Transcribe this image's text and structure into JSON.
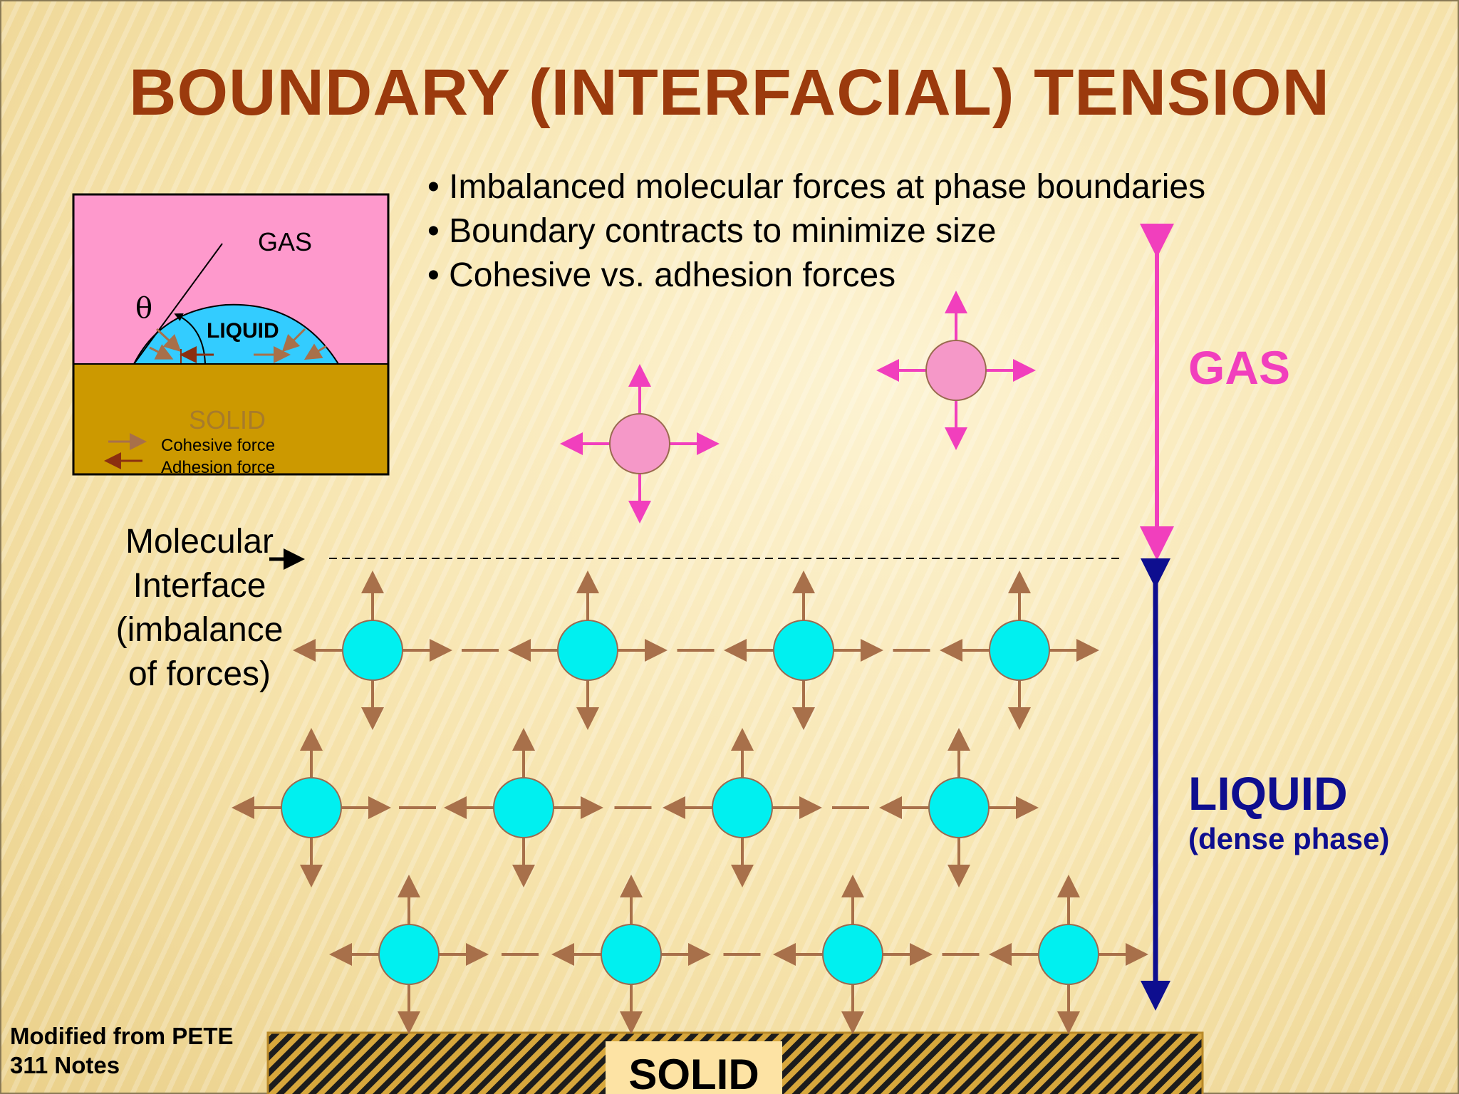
{
  "title": "BOUNDARY (INTERFACIAL) TENSION",
  "bullets": [
    "Imbalanced molecular forces at phase boundaries",
    "Boundary contracts to minimize size",
    "Cohesive vs. adhesion forces"
  ],
  "inset": {
    "gas": "GAS",
    "theta": "θ",
    "liquid": "LIQUID",
    "solid": "SOLID",
    "legend": [
      "Cohesive  force",
      "Adhesion force"
    ]
  },
  "interface_label": [
    "Molecular",
    "Interface",
    "(imbalance",
    "of forces)"
  ],
  "phases": {
    "gas": "GAS",
    "liquid": "LIQUID",
    "liquid_sub": "(dense phase)",
    "solid": "SOLID"
  },
  "credit": [
    "Modified from PETE",
    "311 Notes"
  ],
  "colors": {
    "title": "#9b3a0d",
    "gas": "#f13fbd",
    "liquid": "#0e0e8f",
    "molecule_liquid": "#00f0f0",
    "molecule_gas": "#f598c8",
    "force_arrow": "#a8704a"
  }
}
